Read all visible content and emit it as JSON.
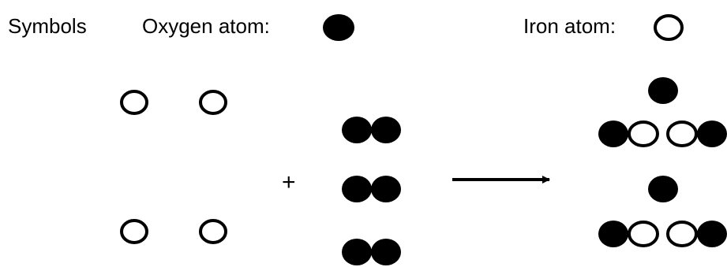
{
  "legend": {
    "heading": "Symbols",
    "oxygen_label": "Oxygen atom:",
    "iron_label": "Iron atom:"
  },
  "equation": {
    "plus_sign": "+"
  },
  "colors": {
    "ink": "#000000",
    "background": "#ffffff"
  }
}
